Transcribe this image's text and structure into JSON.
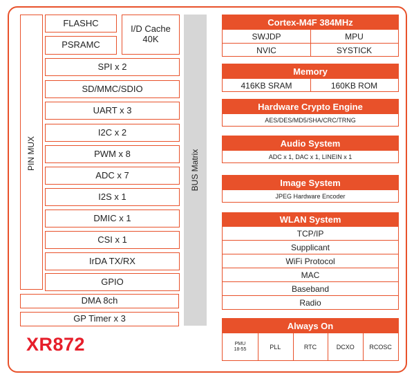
{
  "chip_name": "XR872",
  "pin_mux": "PIN MUX",
  "bus_matrix": "BUS Matrix",
  "memory_ctrl": {
    "flashc": "FLASHC",
    "psramc": "PSRAMC",
    "cache_line1": "I/D Cache",
    "cache_line2": "40K"
  },
  "peripherals": [
    "SPI x 2",
    "SD/MMC/SDIO",
    "UART x 3",
    "I2C x 2",
    "PWM x 8",
    "ADC x 7",
    "I2S x 1",
    "DMIC x 1",
    "CSI x 1",
    "IrDA TX/RX",
    "GPIO"
  ],
  "dma": "DMA  8ch",
  "gp_timer": "GP Timer x 3",
  "cortex": {
    "title": "Cortex-M4F 384MHz",
    "cells": [
      "SWJDP",
      "MPU",
      "NVIC",
      "SYSTICK"
    ]
  },
  "memory": {
    "title": "Memory",
    "cells": [
      "416KB SRAM",
      "160KB ROM"
    ]
  },
  "crypto": {
    "title": "Hardware Crypto Engine",
    "text": "AES/DES/MD5/SHA/CRC/TRNG"
  },
  "audio": {
    "title": "Audio System",
    "text": "ADC x 1, DAC x 1, LINEIN x 1"
  },
  "image": {
    "title": "Image System",
    "text": "JPEG Hardware Encoder"
  },
  "wlan": {
    "title": "WLAN System",
    "items": [
      "TCP/IP",
      "Supplicant",
      "WiFi Protocol",
      "MAC",
      "Baseband",
      "Radio"
    ]
  },
  "always_on": {
    "title": "Always On",
    "pmu_line1": "PMU",
    "pmu_line2": "18-55",
    "items": [
      "PLL",
      "RTC",
      "DCXO",
      "RCOSC"
    ]
  },
  "colors": {
    "accent": "#e8512a",
    "brand": "#e61e2a",
    "bus": "#d6d6d6"
  }
}
